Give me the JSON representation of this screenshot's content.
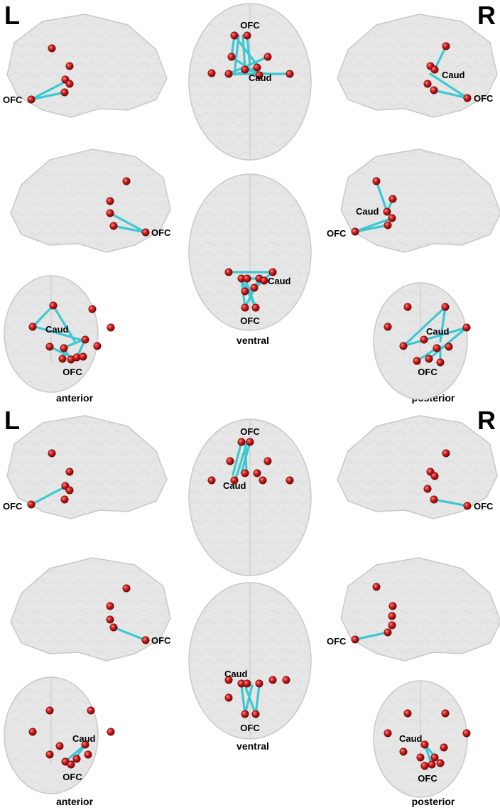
{
  "panels": [
    {
      "side_left": "L",
      "side_right": "R",
      "view_ventral": "ventral",
      "view_anterior": "anterior",
      "view_posterior": "posterior"
    },
    {
      "side_left": "L",
      "side_right": "R",
      "view_ventral": "ventral",
      "view_anterior": "anterior",
      "view_posterior": "posterior"
    }
  ],
  "region_labels": {
    "ofc": "OFC",
    "caud": "Caud"
  },
  "colors": {
    "node": "#d22020",
    "edge": "#3cc8d2",
    "brain_fill": "#e6e6e6",
    "brain_stroke": "#c8c8c8"
  }
}
